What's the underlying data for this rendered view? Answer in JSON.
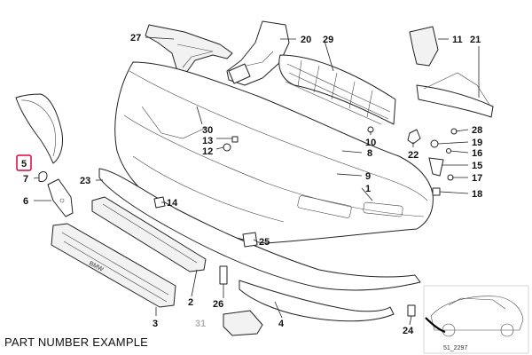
{
  "caption": "PART NUMBER EXAMPLE",
  "reference_code": "51_2297",
  "highlight_color": "#e0003a",
  "callouts": [
    {
      "id": "27",
      "label": "27",
      "dim": false
    },
    {
      "id": "20",
      "label": "20",
      "dim": false
    },
    {
      "id": "29",
      "label": "29",
      "dim": false
    },
    {
      "id": "11",
      "label": "11",
      "dim": false
    },
    {
      "id": "21",
      "label": "21",
      "dim": false
    },
    {
      "id": "30",
      "label": "30",
      "dim": false
    },
    {
      "id": "13",
      "label": "13",
      "dim": false
    },
    {
      "id": "12",
      "label": "12",
      "dim": false
    },
    {
      "id": "10",
      "label": "10",
      "dim": false
    },
    {
      "id": "8",
      "label": "8",
      "dim": false
    },
    {
      "id": "22",
      "label": "22",
      "dim": false
    },
    {
      "id": "28",
      "label": "28",
      "dim": false
    },
    {
      "id": "19",
      "label": "19",
      "dim": false
    },
    {
      "id": "16",
      "label": "16",
      "dim": false
    },
    {
      "id": "15",
      "label": "15",
      "dim": false
    },
    {
      "id": "17",
      "label": "17",
      "dim": false
    },
    {
      "id": "18",
      "label": "18",
      "dim": false
    },
    {
      "id": "5",
      "label": "5",
      "dim": false,
      "highlight": true
    },
    {
      "id": "7",
      "label": "7",
      "dim": false
    },
    {
      "id": "23",
      "label": "23",
      "dim": false
    },
    {
      "id": "6",
      "label": "6",
      "dim": false
    },
    {
      "id": "14",
      "label": "14",
      "dim": false
    },
    {
      "id": "9",
      "label": "9",
      "dim": false
    },
    {
      "id": "1",
      "label": "1",
      "dim": false
    },
    {
      "id": "25",
      "label": "25",
      "dim": false
    },
    {
      "id": "2",
      "label": "2",
      "dim": false
    },
    {
      "id": "26",
      "label": "26",
      "dim": false
    },
    {
      "id": "3",
      "label": "3",
      "dim": false
    },
    {
      "id": "31",
      "label": "31",
      "dim": true
    },
    {
      "id": "4",
      "label": "4",
      "dim": false
    },
    {
      "id": "24",
      "label": "24",
      "dim": false
    }
  ]
}
